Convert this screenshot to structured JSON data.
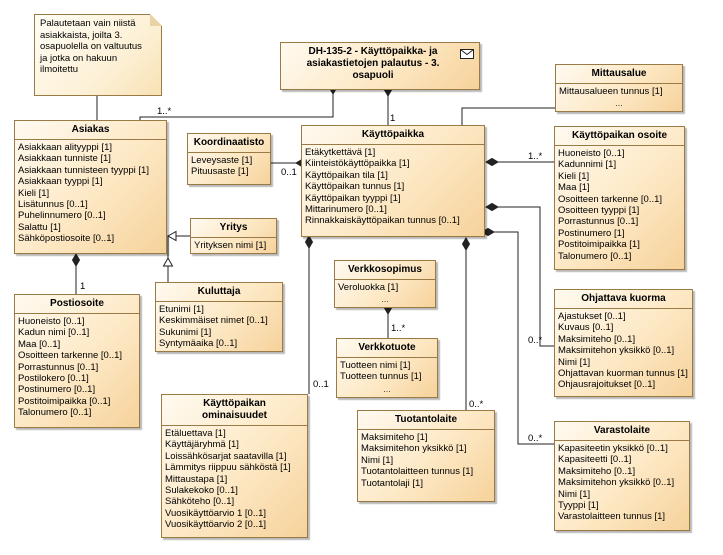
{
  "note": {
    "lines": [
      "Palautetaan vain niistä",
      "asiakkaista, joilta 3.",
      "osapuolella on valtuutus",
      "ja jotka on hakuun",
      "ilmoitettu"
    ]
  },
  "message": {
    "title_lines": [
      "DH-135-2 - Käyttöpaikka- ja",
      "asiakastietojen palautus - 3.",
      "osapuoli"
    ],
    "icon": "envelope-icon"
  },
  "classes": {
    "mittausalue": {
      "title": "Mittausalue",
      "attrs": [
        "Mittausalueen tunnus [1]"
      ],
      "ellipsis": "..."
    },
    "asiakas": {
      "title": "Asiakas",
      "attrs": [
        "Asiakkaan alityyppi [1]",
        "Asiakkaan tunniste [1]",
        "Asiakkaan tunnisteen tyyppi [1]",
        "Asiakkaan tyyppi [1]",
        "Kieli [1]",
        "Lisätunnus [0..1]",
        "Puhelinnumero [0..1]",
        "Salattu [1]",
        "Sähköpostiosoite [0..1]"
      ]
    },
    "koordinaatisto": {
      "title": "Koordinaatisto",
      "attrs": [
        "Leveysaste [1]",
        "Pituusaste [1]"
      ]
    },
    "kayttopaikka": {
      "title": "Käyttöpaikka",
      "attrs": [
        "Etäkytkettävä [1]",
        "Kiinteistökäyttöpaikka [1]",
        "Käyttöpaikan tila [1]",
        "Käyttöpaikan tunnus [1]",
        "Käyttöpaikan tyyppi [1]",
        "Mittarinumero [0..1]",
        "Rinnakkaiskäyttöpaikan tunnus [0..1]"
      ]
    },
    "osoite": {
      "title": "Käyttöpaikan osoite",
      "attrs": [
        "Huoneisto [0..1]",
        "Kadunnimi [1]",
        "Kieli [1]",
        "Maa [1]",
        "Osoitteen tarkenne [0..1]",
        "Osoitteen tyyppi [1]",
        "Porrastunnus [0..1]",
        "Postinumero [1]",
        "Postitoimipaikka [1]",
        "Talonumero [0..1]"
      ]
    },
    "yritys": {
      "title": "Yritys",
      "attrs": [
        "Yrityksen nimi [1]"
      ]
    },
    "verkkosopimus": {
      "title": "Verkkosopimus",
      "attrs": [
        "Veroluokka [1]"
      ],
      "ellipsis": "..."
    },
    "kuluttaja": {
      "title": "Kuluttaja",
      "attrs": [
        "Etunimi [1]",
        "Keskimmäiset nimet [0..1]",
        "Sukunimi [1]",
        "Syntymäaika [0..1]"
      ]
    },
    "postiosoite": {
      "title": "Postiosoite",
      "attrs": [
        "Huoneisto [0..1]",
        "Kadun nimi [0..1]",
        "Maa [0..1]",
        "Osoitteen tarkenne [0..1]",
        "Porrastunnus [0..1]",
        "Postilokero [0..1]",
        "Postinumero [0..1]",
        "Postitoimipaikka [0..1]",
        "Talonumero [0..1]"
      ]
    },
    "ohjattava": {
      "title": "Ohjattava kuorma",
      "attrs": [
        "Ajastukset [0..1]",
        "Kuvaus [0..1]",
        "Maksimiteho [0..1]",
        "Maksimitehon yksikkö [0..1]",
        "Nimi [1]",
        "Ohjattavan kuorman tunnus [1]",
        "Ohjausrajoitukset [0..1]"
      ]
    },
    "verkkotuote": {
      "title": "Verkkotuote",
      "attrs": [
        "Tuotteen nimi [1]",
        "Tuotteen tunnus [1]"
      ],
      "ellipsis": "..."
    },
    "ominaisuudet": {
      "title_lines": [
        "Käyttöpaikan",
        "ominaisuudet"
      ],
      "attrs": [
        "Etäluettava [1]",
        "Käyttäjäryhmä [1]",
        "Loissähkösarjat saatavilla [1]",
        "Lämmitys riippuu sähköstä [1]",
        "Mittaustapa [1]",
        "Sulakekoko [0..1]",
        "Sähköteho [0..1]",
        "Vuosikäyttöarvio 1 [0..1]",
        "Vuosikäyttöarvio 2 [0..1]"
      ]
    },
    "tuotantolaite": {
      "title": "Tuotantolaite",
      "attrs": [
        "Maksimiteho [1]",
        "Maksimitehon yksikkö [1]",
        "Nimi [1]",
        "Tuotantolaitteen tunnus [1]",
        "Tuotantolaji [1]"
      ]
    },
    "varastolaite": {
      "title": "Varastolaite",
      "attrs": [
        "Kapasiteetin yksikkö [0..1]",
        "Kapasiteetti [0..1]",
        "Maksimiteho [0..1]",
        "Maksimitehon yksikkö [0..1]",
        "Nimi [1]",
        "Tyyppi [1]",
        "Varastolaitteen tunnus [1]"
      ]
    }
  },
  "multiplicities": {
    "msg_asiakas": "1..*",
    "msg_kp": "1",
    "asiakas_posti": "1",
    "kp_koord": "0..1",
    "kp_osoite": "1..*",
    "kp_ohjattava": "0..*",
    "kp_ominaisuudet": "0..1",
    "kp_tuotantolaite": "0..*",
    "kp_varastolaite": "0..*",
    "verkko_tuote": "1..*"
  }
}
